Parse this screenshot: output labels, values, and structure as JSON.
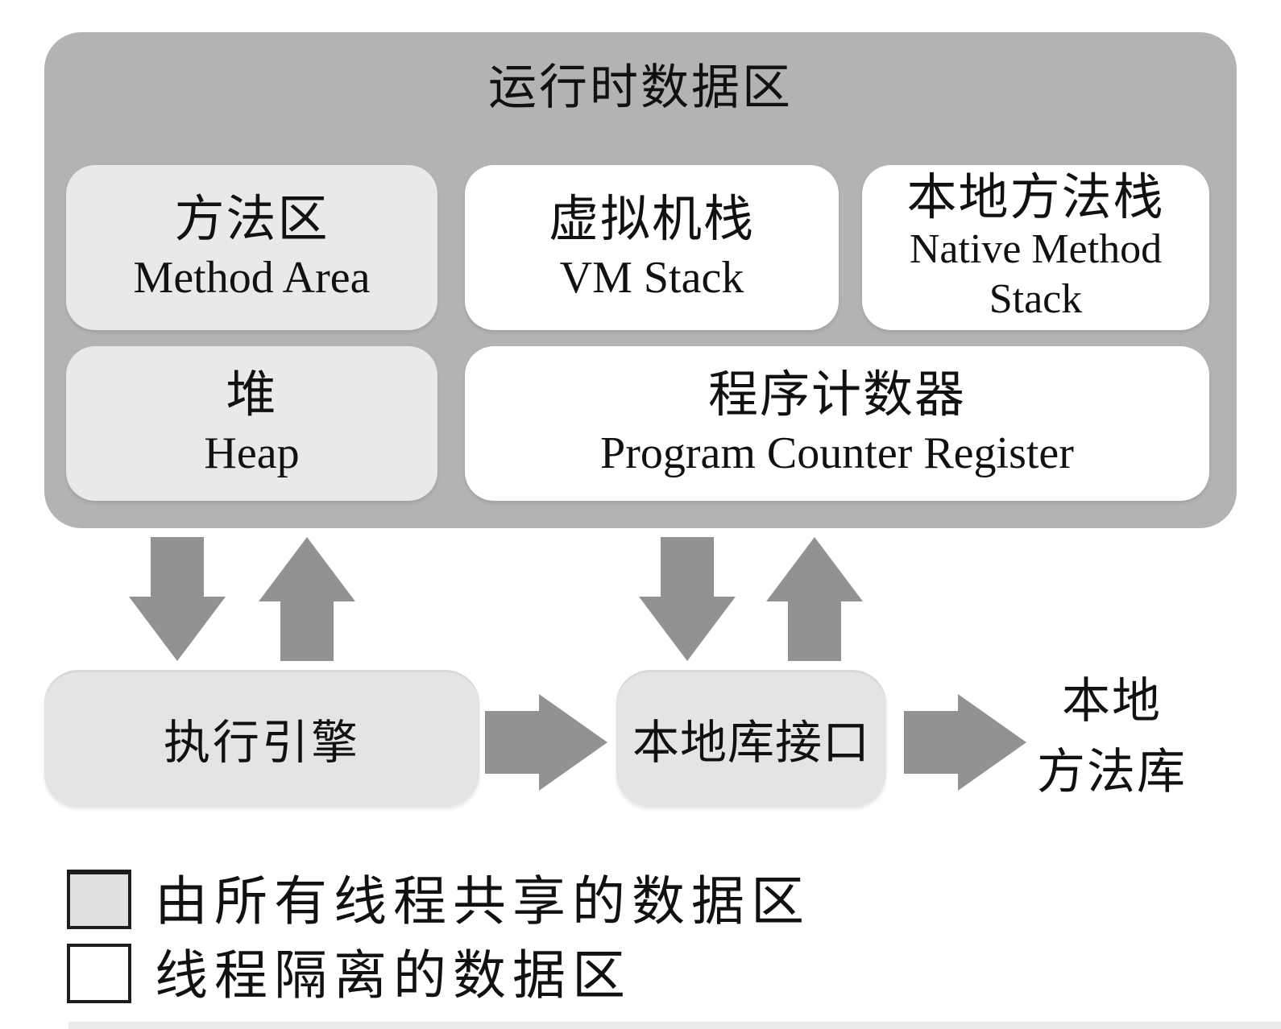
{
  "diagram": {
    "runtime_area": {
      "title": "运行时数据区"
    },
    "boxes": [
      {
        "id": "method-area",
        "zh": "方法区",
        "en": "Method Area",
        "thread": "shared"
      },
      {
        "id": "vm-stack",
        "zh": "虚拟机栈",
        "en": "VM Stack",
        "thread": "isolated"
      },
      {
        "id": "native-method-stack",
        "zh": "本地方法栈",
        "en": "Native Method Stack",
        "thread": "isolated"
      },
      {
        "id": "heap",
        "zh": "堆",
        "en": "Heap",
        "thread": "shared"
      },
      {
        "id": "pc-register",
        "zh": "程序计数器",
        "en": "Program Counter Register",
        "thread": "isolated"
      }
    ],
    "execution_engine": {
      "label": "执行引擎"
    },
    "native_interface": {
      "label": "本地库接口"
    },
    "native_library": {
      "line1": "本地",
      "line2": "方法库"
    },
    "legend": [
      {
        "swatch": "shared",
        "label": "由所有线程共享的数据区"
      },
      {
        "swatch": "isolated",
        "label": "线程隔离的数据区"
      }
    ],
    "arrows": {
      "vertical_pairs": "runtime-area ⇅ execution-engine, runtime-area ⇅ native-interface",
      "horizontal": "execution-engine → native-interface → native-library"
    },
    "colors": {
      "container": "#b3b3b3",
      "shared_box": "#e9e9e9",
      "isolated_box": "#ffffff",
      "engine_box": "#e3e4e4",
      "arrow": "#929292",
      "text": "#111111",
      "legend_shared": "#e0e0e0",
      "edge_strip": "#ebebeb"
    }
  }
}
